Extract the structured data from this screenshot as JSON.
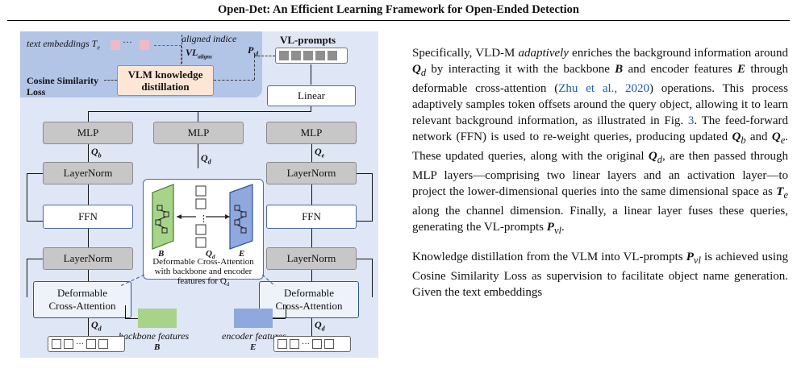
{
  "header": {
    "title": "Open-Det: An Efficient Learning Framework for Open-Ended Detection"
  },
  "figure": {
    "text_embeddings": "text embeddings T",
    "text_embeddings_sub": "e",
    "aligned_indice": "aligned indice",
    "vl_aligns": "VL",
    "vl_aligns_sub": "aligns",
    "p_vl": "P",
    "p_vl_sub": "vl",
    "vl_prompts": "VL-prompts",
    "cosine_loss": "Cosine Similarity\nLoss",
    "vlm_box": "VLM knowledge\ndistillation",
    "linear": "Linear",
    "mlp": "MLP",
    "q_b": "Q",
    "q_b_sub": "b",
    "q_d": "Q",
    "q_d_sub": "d",
    "q_e": "Q",
    "q_e_sub": "e",
    "layernorm": "LayerNorm",
    "ffn": "FFN",
    "deformable": "Deformable\nCross-Attention",
    "inset_caption": "Deformable Cross-Attention\nwith backbone and encoder\nfeatures for Q",
    "inset_caption_sub": "d",
    "inset_b": "B",
    "inset_e": "E",
    "inset_qd": "Q",
    "inset_qd_sub": "d",
    "backbone_features": "backbone features",
    "backbone_B": "B",
    "encoder_features": "encoder features",
    "encoder_E": "E",
    "dots": "···",
    "vdots": "⋮",
    "colors": {
      "band": "#b3c5e6",
      "panel": "#dfe6f5",
      "vlm_border": "#e07b2c",
      "vlm_fill": "#fde6d6",
      "backbone": "#a8d48a",
      "encoder": "#8fa8de",
      "red": "#c0392b"
    }
  },
  "body": {
    "para1_a": "Specifically, VLD-M ",
    "para1_em": "adaptively",
    "para1_b": " enriches the background information around ",
    "qd": "Q",
    "qd_sub": "d",
    "para1_c": " by interacting it with the backbone ",
    "b": "B",
    "para1_d": " and encoder features ",
    "e": "E",
    "para1_e": " through deformable cross-attention (",
    "cite1": "Zhu et al., 2020",
    "para1_f": ") operations. This process adaptively samples token offsets around the query object, allowing it to learn relevant background information, as illustrated in Fig. ",
    "fig_ref": "3",
    "para1_g": ". The feed-forward network (FFN) is used to re-weight queries, producing updated ",
    "qb": "Q",
    "qb_sub": "b",
    "and": " and ",
    "qe": "Q",
    "qe_sub": "e",
    "para1_h": ". These updated queries, along with the original ",
    "para1_i": ", are then passed through MLP layers—comprising two linear layers and an activation layer—to project the lower-dimensional queries into the same dimensional space as ",
    "te": "T",
    "te_sub": "e",
    "para1_j": " along the channel dimension. Finally, a linear layer fuses these queries, generating the VL-prompts ",
    "pvl": "P",
    "pvl_sub": "vl",
    "period": ".",
    "para2_a": "Knowledge distillation from the VLM into VL-prompts ",
    "para2_b": " is achieved using Cosine Similarity Loss as supervision to facilitate object name generation. Given the text embeddings"
  }
}
